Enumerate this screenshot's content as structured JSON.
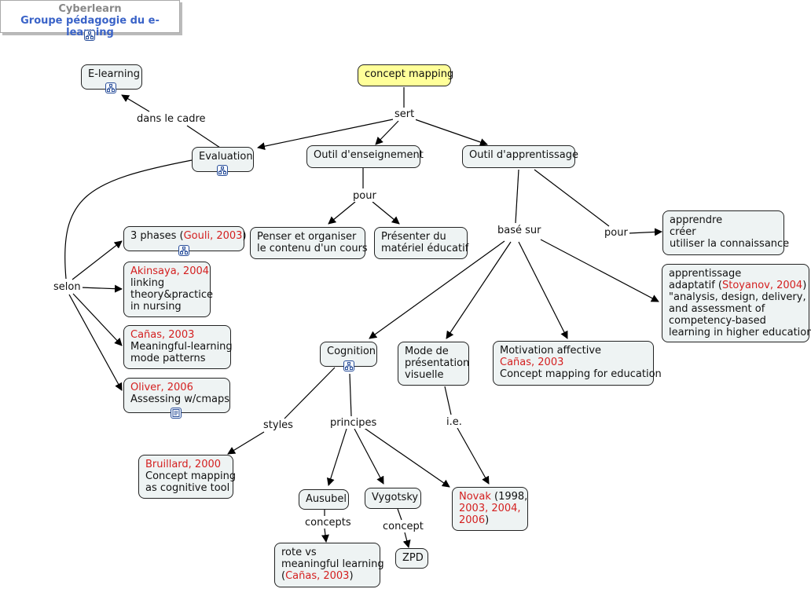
{
  "header": {
    "line1": "Cyberlearn",
    "line2": "Groupe pédagogie du e-learning"
  },
  "nodes": {
    "concept_mapping": "concept mapping",
    "elearning": "E-learning",
    "evaluation": "Evaluation",
    "outil_enseignement": "Outil d'enseignement",
    "outil_apprentissage": "Outil d'apprentissage",
    "penser": [
      "Penser et organiser",
      "le contenu d'un cours"
    ],
    "presenter": [
      "Présenter du",
      "matériel éducatif"
    ],
    "apprendre": [
      "apprendre",
      "créer",
      "utiliser la connaissance"
    ],
    "gouli": {
      "pre": "3 phases (",
      "ref": "Gouli, 2003",
      "post": ")"
    },
    "akinsaya": {
      "ref": "Akinsaya, 2004",
      "lines": [
        "linking",
        "theory&practice",
        "in nursing"
      ]
    },
    "canas_meaningful": {
      "ref": "Cañas, 2003",
      "lines": [
        "Meaningful-learning",
        "mode patterns"
      ]
    },
    "oliver": {
      "ref": "Oliver, 2006",
      "lines": [
        "Assessing w/cmaps"
      ]
    },
    "adaptatif": {
      "l1": "apprentissage",
      "l2a": "adaptatif (",
      "l2ref": "Stoyanov, 2004",
      "l2b": ")",
      "lines": [
        "\"analysis, design, delivery,",
        "and assessment of",
        "competency-based",
        "learning in higher education\""
      ]
    },
    "cognition": "Cognition",
    "mode": [
      "Mode de",
      "présentation",
      "visuelle"
    ],
    "motivation": {
      "l1": "Motivation affective",
      "ref": "Cañas, 2003",
      "l3": "Concept mapping for education"
    },
    "bruillard": {
      "ref": "Bruillard, 2000",
      "lines": [
        "Concept mapping",
        "as cognitive tool"
      ]
    },
    "ausubel": "Ausubel",
    "vygotsky": "Vygotsky",
    "novak": {
      "ref1": "Novak",
      "t1": " (1998,",
      "ref2": "2003, 2004,",
      "ref3": "2006",
      "t3": ")"
    },
    "rote": {
      "lines": [
        "rote vs",
        "meaningful learning"
      ],
      "pre": "(",
      "ref": "Cañas, 2003",
      "post": ")"
    },
    "zpd": "ZPD"
  },
  "links": {
    "sert": "sert",
    "dans_le_cadre": "dans le cadre",
    "pour1": "pour",
    "base_sur": "basé sur",
    "pour2": "pour",
    "selon": "selon",
    "styles": "styles",
    "principes": "principes",
    "ie": "i.e.",
    "concepts": "concepts",
    "concept": "concept"
  },
  "colors": {
    "root": "#ffff99",
    "node": "#eef3f3",
    "reference": "#d42020",
    "header_title": "#888888",
    "header_subtitle": "#3a63c8"
  },
  "icons": [
    "submap-icon",
    "document-icon"
  ]
}
